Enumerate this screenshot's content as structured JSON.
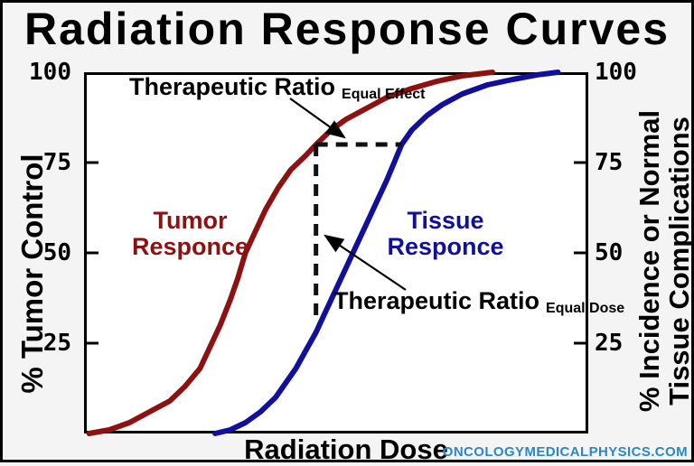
{
  "title": "Radiation Response Curves",
  "axes": {
    "left": {
      "label": "% Tumor Control",
      "ticks": [
        "100",
        "75",
        "50",
        "25"
      ]
    },
    "right": {
      "label_line1": "% Incidence or Normal",
      "label_line2": "Tissue Complications",
      "ticks": [
        "100",
        "75",
        "50",
        "25"
      ]
    },
    "x": {
      "label": "Radiation Dose"
    }
  },
  "curve_labels": {
    "tumor": {
      "line1": "Tumor",
      "line2": "Responce"
    },
    "tissue": {
      "line1": "Tissue",
      "line2": "Responce"
    }
  },
  "annotations": {
    "equal_effect": {
      "main": "Therapeutic Ratio",
      "sub": "Equal Effect"
    },
    "equal_dose": {
      "main": "Therapeutic Ratio",
      "sub": "Equal Dose"
    }
  },
  "watermark": "ONCOLOGYMEDICALPHYSICS.COM",
  "colors": {
    "tumor_curve": "#8e1111",
    "tissue_curve": "#10109d",
    "dashed_guides": "#111111",
    "watermark": "#2a87c9",
    "axis": "#000000",
    "plot_background": "#ffffff",
    "page_background": "#f4f4f4"
  },
  "chart_data": {
    "type": "line",
    "title": "Radiation Response Curves",
    "xlabel": "Radiation Dose",
    "ylabel_left": "% Tumor Control",
    "ylabel_right": "% Incidence or Normal Tissue Complications",
    "x_units": "arbitrary dose units 0-100 (axis unlabeled)",
    "xlim": [
      0,
      100
    ],
    "ylim": [
      0,
      100
    ],
    "yticks": [
      100,
      75,
      50,
      25
    ],
    "grid": false,
    "legend_position": "labels beside curves",
    "series": [
      {
        "name": "Tumor Responce",
        "color": "#8e1111",
        "points": [
          [
            1,
            0
          ],
          [
            5,
            1
          ],
          [
            9,
            3
          ],
          [
            13,
            6
          ],
          [
            17,
            9
          ],
          [
            20,
            13
          ],
          [
            23,
            18
          ],
          [
            25,
            24
          ],
          [
            27,
            30
          ],
          [
            29,
            37
          ],
          [
            30.5,
            43
          ],
          [
            32,
            50
          ],
          [
            34,
            56
          ],
          [
            36,
            62
          ],
          [
            38.5,
            68
          ],
          [
            41,
            73
          ],
          [
            44,
            77
          ],
          [
            46,
            80
          ],
          [
            49,
            84
          ],
          [
            52,
            87
          ],
          [
            56,
            90
          ],
          [
            60,
            93
          ],
          [
            65,
            95.5
          ],
          [
            70,
            97.5
          ],
          [
            75,
            99
          ],
          [
            81,
            100
          ]
        ]
      },
      {
        "name": "Tissue Responce",
        "color": "#10109d",
        "points": [
          [
            26,
            0
          ],
          [
            29,
            1
          ],
          [
            32,
            3
          ],
          [
            35,
            6
          ],
          [
            38,
            10
          ],
          [
            40,
            14
          ],
          [
            42,
            18
          ],
          [
            44,
            23
          ],
          [
            46,
            28
          ],
          [
            48,
            34
          ],
          [
            50,
            40
          ],
          [
            52,
            46
          ],
          [
            54,
            52
          ],
          [
            56,
            58
          ],
          [
            58,
            64
          ],
          [
            60,
            70
          ],
          [
            61.5,
            75
          ],
          [
            63,
            80
          ],
          [
            65,
            84
          ],
          [
            68,
            88
          ],
          [
            71,
            91
          ],
          [
            75,
            94
          ],
          [
            80,
            96.5
          ],
          [
            85,
            98
          ],
          [
            90,
            99.3
          ],
          [
            94,
            100
          ]
        ]
      }
    ],
    "guides": {
      "equal_effect_pct": 80,
      "dose_at_tumor_equal_effect": 46,
      "dose_at_tissue_equal_effect": 63,
      "vertical_guide_dose": 46,
      "vertical_guide_bottom_pct": 31
    }
  }
}
